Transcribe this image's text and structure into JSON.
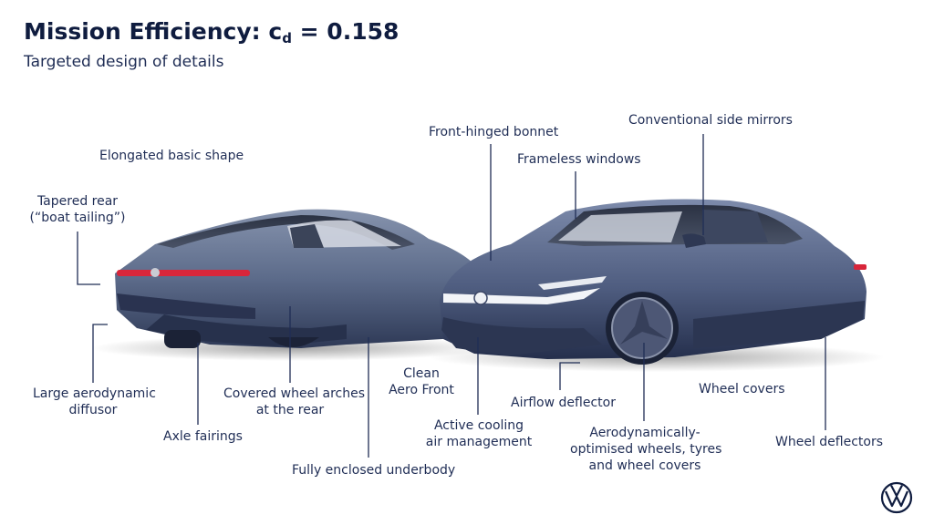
{
  "header": {
    "title_prefix": "Mission Efficiency: c",
    "title_sub": "d",
    "title_suffix": " = 0.158",
    "subtitle": "Targeted design of details"
  },
  "labels": {
    "elongated": "Elongated basic shape",
    "tapered_1": "Tapered rear",
    "tapered_2": "(“boat tailing”)",
    "bonnet": "Front-hinged bonnet",
    "mirrors": "Conventional side mirrors",
    "windows": "Frameless windows",
    "diffusor_1": "Large aerodynamic",
    "diffusor_2": "diffusor",
    "arches_1": "Covered wheel arches",
    "arches_2": "at the rear",
    "axle": "Axle fairings",
    "underbody": "Fully enclosed underbody",
    "aero_front_1": "Clean",
    "aero_front_2": "Aero Front",
    "cooling_1": "Active cooling",
    "cooling_2": "air management",
    "deflector": "Airflow deflector",
    "wheels_1": "Aerodynamically-",
    "wheels_2": "optimised wheels, tyres",
    "wheels_3": "and wheel covers",
    "wheel_covers": "Wheel covers",
    "wheel_deflectors": "Wheel deflectors"
  },
  "colors": {
    "line": "#1f2d55",
    "car_body": "#5d6d8c",
    "tail_light": "#d8263a"
  },
  "icons": {
    "brand": "vw-logo-icon"
  }
}
